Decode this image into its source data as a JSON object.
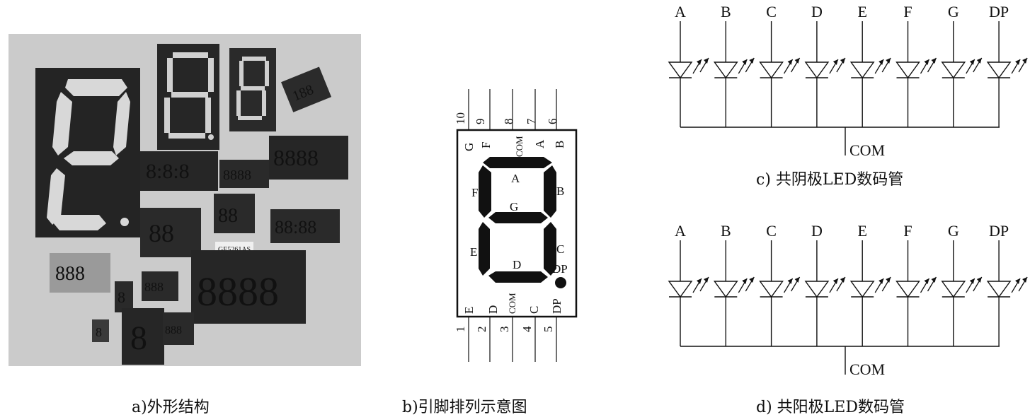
{
  "captions": {
    "a": "a)外形结构",
    "b": "b)引脚排列示意图",
    "c": "c) 共阴极LED数码管",
    "d": "d) 共阳极LED数码管"
  },
  "photo": {
    "package_label": "GE5261AS"
  },
  "pinout": {
    "top_pins": [
      "10",
      "9",
      "8",
      "7",
      "6"
    ],
    "top_pin_names": [
      "G",
      "F",
      "COM",
      "A",
      "B"
    ],
    "bottom_pins": [
      "1",
      "2",
      "3",
      "4",
      "5"
    ],
    "bottom_pin_names": [
      "E",
      "D",
      "COM",
      "C",
      "DP"
    ],
    "segments": [
      "A",
      "B",
      "C",
      "D",
      "E",
      "F",
      "G",
      "DP"
    ]
  },
  "circuit_c": {
    "labels": [
      "A",
      "B",
      "C",
      "D",
      "E",
      "F",
      "G",
      "DP"
    ],
    "common": "COM"
  },
  "circuit_d": {
    "labels": [
      "A",
      "B",
      "C",
      "D",
      "E",
      "F",
      "G",
      "DP"
    ],
    "common": "COM"
  }
}
